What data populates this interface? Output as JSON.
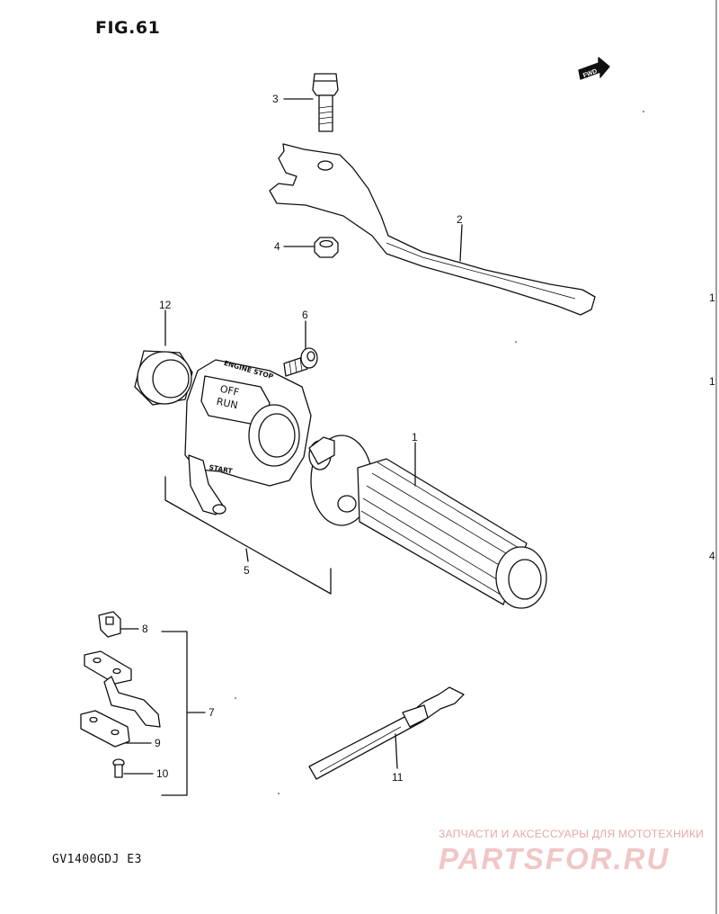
{
  "figure": {
    "title": "FIG.61",
    "model_code": "GV1400GDJ  E3",
    "fwd_label": "FWD"
  },
  "switch_labels": {
    "engine_stop": "ENGINE STOP",
    "off": "OFF",
    "run": "RUN",
    "start": "START"
  },
  "callouts": {
    "c1": "1",
    "c2": "2",
    "c3": "3",
    "c4": "4",
    "c5": "5",
    "c6": "6",
    "c7": "7",
    "c8": "8",
    "c9": "9",
    "c10": "10",
    "c11": "11",
    "c12": "12"
  },
  "watermark": {
    "tagline": "ЗАПЧАСТИ И АКСЕССУАРЫ ДЛЯ МОТОТЕХНИКИ",
    "brand": "PARTSFOR.RU"
  },
  "edge_fragments": {
    "f1": "1",
    "f2": "1",
    "f3": "4"
  }
}
